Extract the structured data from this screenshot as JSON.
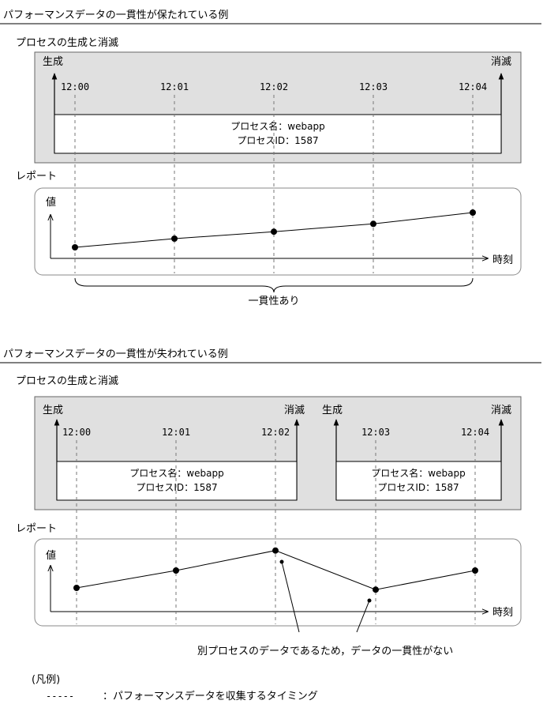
{
  "example1": {
    "title": "パフォーマンスデータの一貫性が保たれている例",
    "process_section_label": "プロセスの生成と消滅",
    "create_label": "生成",
    "destroy_label": "消滅",
    "times": [
      "12:00",
      "12:01",
      "12:02",
      "12:03",
      "12:04"
    ],
    "process": {
      "name_line": "プロセス名：webapp",
      "id_line": "プロセスID：1587"
    },
    "report_label": "レポート",
    "y_axis_label": "値",
    "x_axis_label": "時刻",
    "values": [
      1,
      2,
      2.8,
      3.7,
      5
    ],
    "brace_label": "一貫性あり"
  },
  "example2": {
    "title": "パフォーマンスデータの一貫性が失われている例",
    "process_section_label": "プロセスの生成と消滅",
    "create_label": "生成",
    "destroy_label": "消滅",
    "times": [
      "12:00",
      "12:01",
      "12:02",
      "12:03",
      "12:04"
    ],
    "process_a": {
      "name_line": "プロセス名：webapp",
      "id_line": "プロセスID：1587"
    },
    "process_b": {
      "name_line": "プロセス名：webapp",
      "id_line": "プロセスID：1587"
    },
    "report_label": "レポート",
    "y_axis_label": "値",
    "x_axis_label": "時刻",
    "values": [
      2,
      4,
      6.3,
      1.8,
      4
    ],
    "callout_label": "別プロセスのデータであるため，データの一貫性がない"
  },
  "legend": {
    "title": "(凡例)",
    "symbol": "-----",
    "description": "：パフォーマンスデータを収集するタイミング"
  }
}
